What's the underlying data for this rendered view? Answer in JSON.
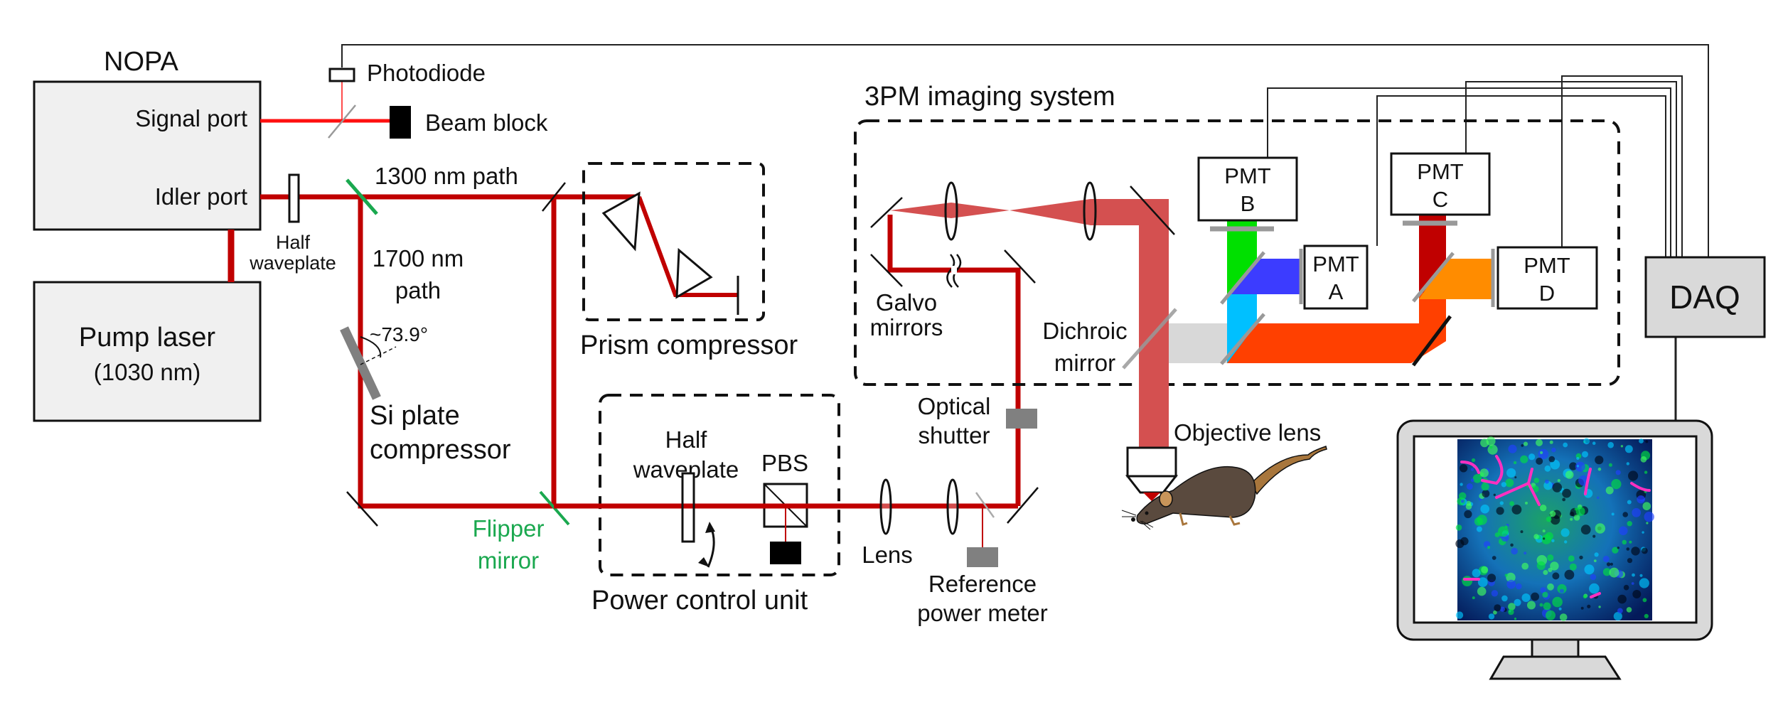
{
  "colors": {
    "beam_dark": "#c00000",
    "beam_signal": "#ff1010",
    "beam_expanded": "#d45050",
    "green_mirror": "#1aa84f",
    "box_fill": "#f0f0f0",
    "daq_fill": "#d9d9d9",
    "gray_part": "#808080",
    "pmt_b_green": "#00e000",
    "pmt_a_blue": "#3c3cff",
    "cyan": "#00c0ff",
    "pmt_c_red": "#c00000",
    "pmt_d_orange": "#ff8c00",
    "red_orange": "#ff4000",
    "gray_beam": "#d8d8d8",
    "mouse_body": "#5a4a3e",
    "mouse_tail": "#a8763c"
  },
  "labels": {
    "nopa": "NOPA",
    "signal_port": "Signal port",
    "idler_port": "Idler port",
    "pump_laser": "Pump laser",
    "pump_wavelength": "(1030 nm)",
    "photodiode": "Photodiode",
    "beam_block": "Beam block",
    "half_waveplate_1": [
      "Half",
      "waveplate"
    ],
    "path_1300": "1300 nm path",
    "path_1700": [
      "1700 nm",
      "path"
    ],
    "angle": "~73.9°",
    "si_plate": [
      "Si plate",
      "compressor"
    ],
    "flipper_mirror": [
      "Flipper",
      "mirror"
    ],
    "prism_compressor": "Prism compressor",
    "power_control_unit": "Power control unit",
    "half_waveplate_2": [
      "Half",
      "waveplate"
    ],
    "pbs": "PBS",
    "lens": "Lens",
    "reference_power_meter": [
      "Reference",
      "power meter"
    ],
    "optical_shutter": [
      "Optical",
      "shutter"
    ],
    "imaging_system": "3PM imaging system",
    "galvo_mirrors": [
      "Galvo",
      "mirrors"
    ],
    "dichroic_mirror": [
      "Dichroic",
      "mirror"
    ],
    "objective_lens": "Objective lens",
    "pmt_b": [
      "PMT",
      "B"
    ],
    "pmt_a": [
      "PMT",
      "A"
    ],
    "pmt_c": [
      "PMT",
      "C"
    ],
    "pmt_d": [
      "PMT",
      "D"
    ],
    "daq": "DAQ"
  }
}
